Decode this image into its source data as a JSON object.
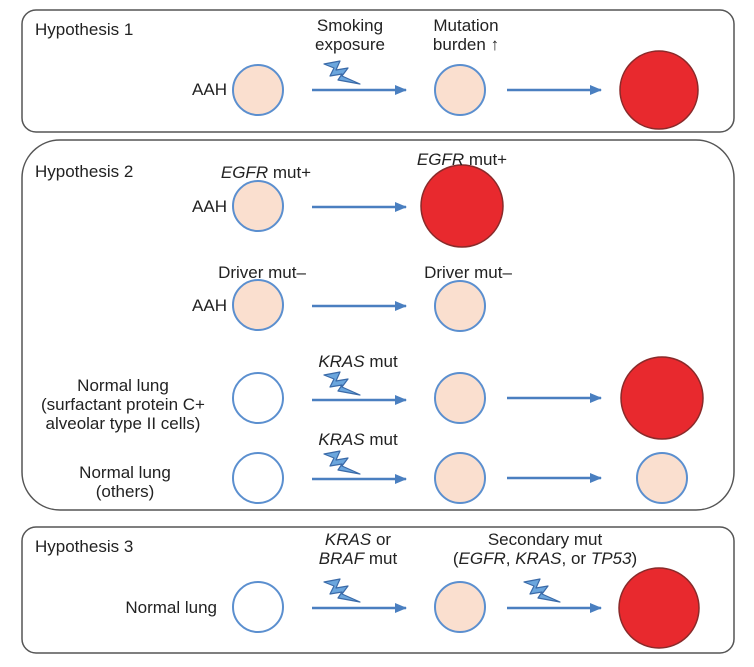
{
  "hypothesis1": {
    "title": "Hypothesis 1",
    "origin": "AAH",
    "exposure_line1": "Smoking",
    "exposure_line2": "exposure",
    "mutation_line1": "Mutation",
    "mutation_line2": "burden ↑"
  },
  "hypothesis2": {
    "title": "Hypothesis 2",
    "rows": [
      {
        "origin": "AAH",
        "gene": "EGFR",
        "label_suffix": " mut+",
        "result_gene": "EGFR",
        "result_suffix": " mut+"
      },
      {
        "origin": "AAH",
        "label": "Driver mut–",
        "result_label": "Driver mut–"
      },
      {
        "origin_line1": "Normal lung",
        "origin_line2": "(surfactant protein C+",
        "origin_line3": "alveolar type II cells)",
        "gene": "KRAS",
        "label_suffix": " mut"
      },
      {
        "origin_line1": "Normal lung",
        "origin_line2": "(others)",
        "gene": "KRAS",
        "label_suffix": " mut"
      }
    ]
  },
  "hypothesis3": {
    "title": "Hypothesis 3",
    "origin": "Normal lung",
    "gene1": "KRAS",
    "gene1_suffix": " or",
    "gene2": "BRAF",
    "gene2_suffix": " mut",
    "secondary_line1": "Secondary mut",
    "secondary_open": "(",
    "sec_gene1": "EGFR",
    "sec_sep1": ", ",
    "sec_gene2": "KRAS",
    "sec_sep2": ", or ",
    "sec_gene3": "TP53",
    "secondary_close": ")"
  },
  "colors": {
    "frame": "#555555",
    "arrow": "#4a7fc0",
    "cell_outline": "#5b8fcf",
    "aah_fill": "#fadfcf",
    "normal_fill": "#ffffff",
    "tumor_fill": "#e8292e",
    "tumor_outline": "#8a2a2a",
    "lightning_fill": "#6ba6dd",
    "lightning_outline": "#3a6aa8"
  },
  "icons": [
    "lightning-bolt-icon",
    "arrow-right-icon"
  ]
}
